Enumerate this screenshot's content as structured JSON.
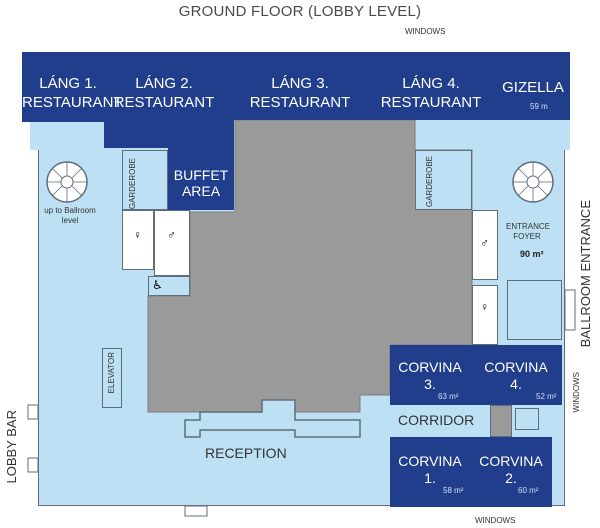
{
  "map": {
    "title": "GROUND FLOOR (LOBBY LEVEL)",
    "windows_top": "WINDOWS",
    "windows_bottom": "WINDOWS",
    "windows_right": "WINDOWS",
    "lobby_bar": "LOBBY BAR",
    "ballroom_entrance": "BALLROOM ENTRANCE",
    "stairs_left": "up to Ballroom\nlevel",
    "garderobe_left": "GARDEROBE",
    "garderobe_right": "GARDEROBE",
    "entrance_foyer": "ENTRANCE\nFOYER",
    "entrance_foyer_area": "90 m²",
    "elevator": "ELEVATOR",
    "reception": "RECEPTION",
    "corridor": "CORRIDOR",
    "rooms": {
      "lang1": {
        "name": "LÁNG 1.\nRESTAURANT"
      },
      "lang2": {
        "name": "LÁNG 2.\nRESTAURANT"
      },
      "lang3": {
        "name": "LÁNG 3.\nRESTAURANT"
      },
      "lang4": {
        "name": "LÁNG 4.\nRESTAURANT"
      },
      "gizella": {
        "name": "GIZELLA",
        "area": "59 m"
      },
      "buffet": {
        "name": "BUFFET\nAREA"
      },
      "corvina3": {
        "name": "CORVINA\n3.",
        "area": "63 m²"
      },
      "corvina4": {
        "name": "CORVINA\n4.",
        "area": "52 m²"
      },
      "corvina1": {
        "name": "CORVINA\n1.",
        "area": "58 m²"
      },
      "corvina2": {
        "name": "CORVINA\n2.",
        "area": "60 m²"
      }
    },
    "colors": {
      "room": "#213e8c",
      "public_area": "#bde0f5",
      "service_core": "#9a9a9a",
      "wall": "#5f6e7a"
    }
  }
}
